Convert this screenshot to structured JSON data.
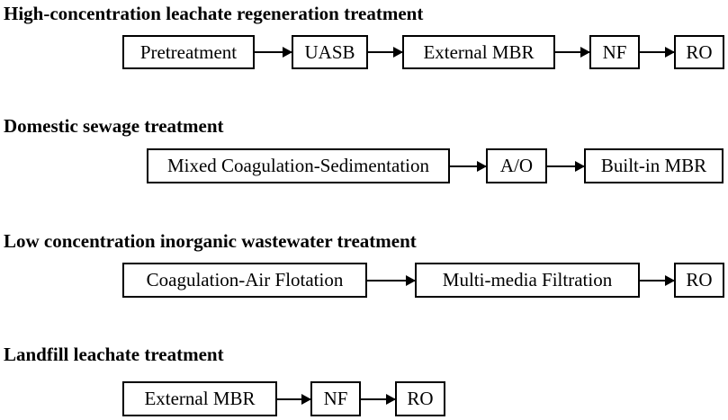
{
  "sections": [
    {
      "title": "High-concentration leachate regeneration treatment",
      "steps": [
        "Pretreatment",
        "UASB",
        "External MBR",
        "NF",
        "RO"
      ]
    },
    {
      "title": "Domestic sewage treatment",
      "steps": [
        "Mixed Coagulation-Sedimentation",
        "A/O",
        "Built-in MBR"
      ]
    },
    {
      "title": "Low concentration inorganic wastewater treatment",
      "steps": [
        "Coagulation-Air Flotation",
        "Multi-media Filtration",
        "RO"
      ]
    },
    {
      "title": "Landfill leachate treatment",
      "steps": [
        "External MBR",
        "NF",
        "RO"
      ]
    }
  ]
}
